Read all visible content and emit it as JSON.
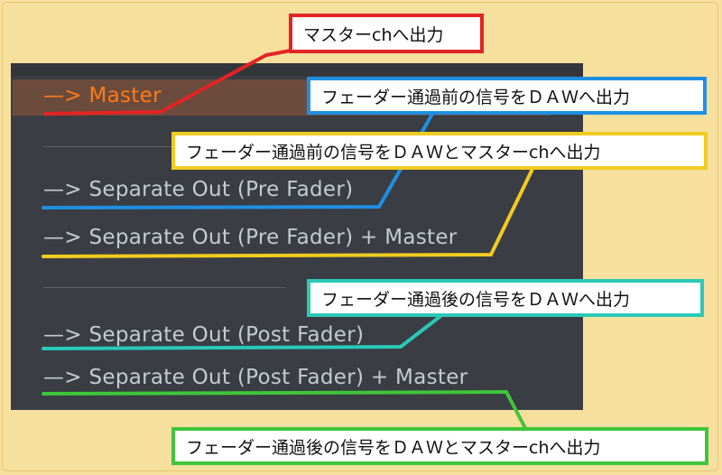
{
  "menu": {
    "items": [
      {
        "label": "—> Master"
      },
      {
        "label": "—> Separate Out (Pre Fader)"
      },
      {
        "label": "—> Separate Out (Pre Fader) + Master"
      },
      {
        "label": "—> Separate Out (Post Fader)"
      },
      {
        "label": "—> Separate Out (Post Fader) + Master"
      }
    ],
    "selected_index": 0
  },
  "callouts": {
    "master": "マスターchへ出力",
    "pre_daw": "フェーダー通過前の信号をＤＡＷへ出力",
    "pre_daw_master": "フェーダー通過前の信号をＤＡＷとマスターchへ出力",
    "post_daw": "フェーダー通過後の信号をＤＡＷへ出力",
    "post_daw_master": "フェーダー通過後の信号をＤＡＷとマスターchへ出力"
  },
  "colors": {
    "master": "#e32424",
    "pre_daw": "#1f8fe3",
    "pre_daw_master": "#f1cc20",
    "post_daw": "#2ac9b8",
    "post_daw_master": "#3fc63a",
    "selected_text": "#ff7a1a"
  }
}
